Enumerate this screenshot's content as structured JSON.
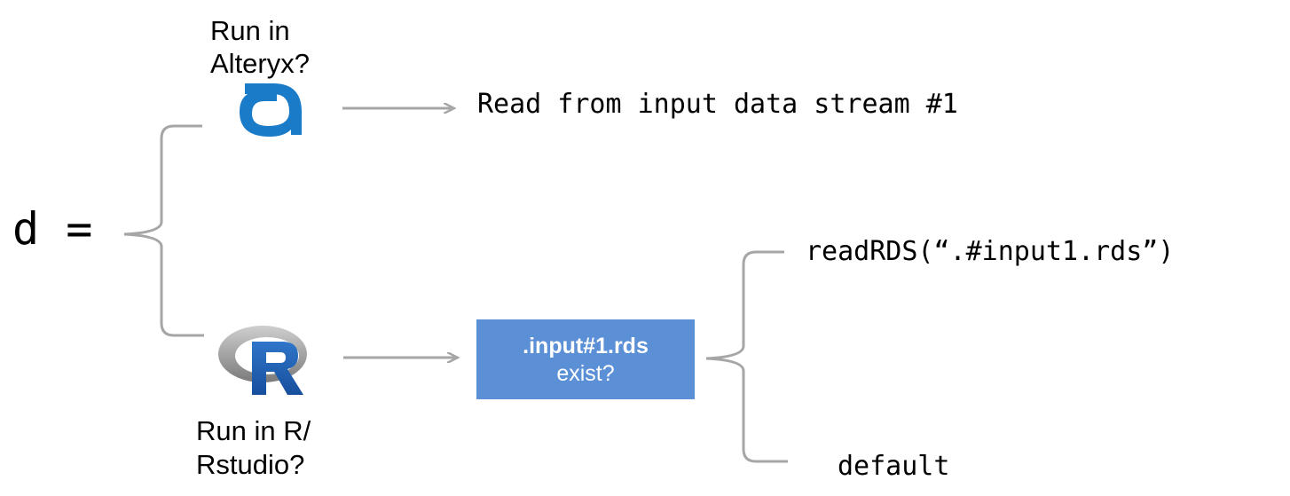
{
  "alteryx": {
    "question": "Run in\nAlteryx?",
    "output": "Read from input data stream #1"
  },
  "rstudio": {
    "question": "Run in R/\nRstudio?",
    "decision_title": ".input#1.rds",
    "decision_sub": "exist?",
    "if_yes": "readRDS(“.#input1.rds”)",
    "if_no": "default"
  },
  "assignment": "d =",
  "colors": {
    "line": "#a6a6a6",
    "decision_fill": "#5b8fd6",
    "alteryx_logo": "#1a7bc9",
    "r_logo_blue": "#1e5fb4",
    "r_logo_ring": "#9a9a9a"
  },
  "icons": [
    "alteryx-logo-icon",
    "r-logo-icon"
  ]
}
